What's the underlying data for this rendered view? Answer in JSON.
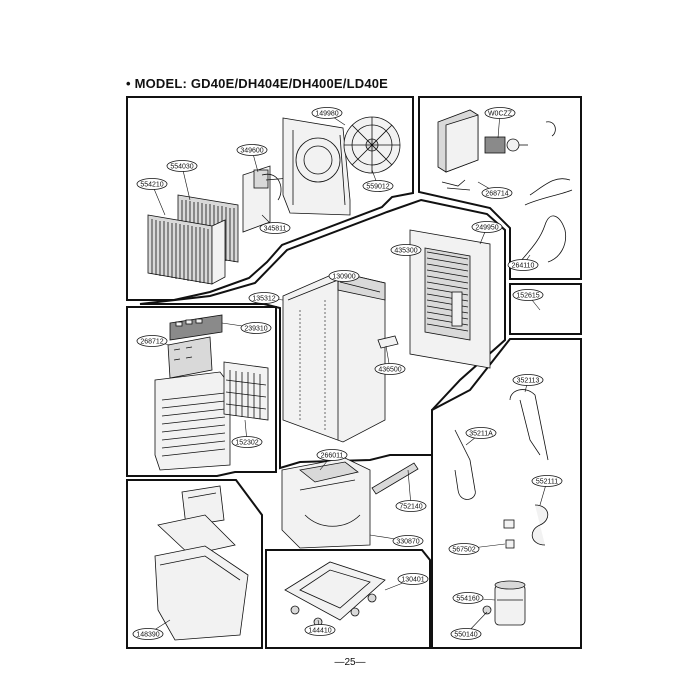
{
  "header": {
    "title": "• MODEL: GD40E/DH404E/DH400E/LD40E"
  },
  "footer": {
    "page": "—25—"
  },
  "parts": {
    "p149980": "149980",
    "p554030": "554030",
    "p349600": "349600",
    "p554210": "554210",
    "p559012": "559012",
    "p345811": "345811",
    "pW0CZZ": "W0CZZ",
    "p268714": "268714",
    "p249950": "249950",
    "p264110": "264110",
    "p435300": "435300",
    "p130900": "130900",
    "p135312": "135312",
    "p239310": "239310",
    "p268712": "268712",
    "p436500": "436500",
    "p152615": "152615",
    "p352113": "352113",
    "p352114": "35211A",
    "p152302": "152302",
    "p266011": "266011",
    "p752140": "752140",
    "p552111": "552111",
    "p330870": "330870",
    "p567502": "567502",
    "p148390": "148390",
    "p130401": "130401",
    "p554160": "554160",
    "p144410": "144410",
    "p550140": "550140"
  }
}
